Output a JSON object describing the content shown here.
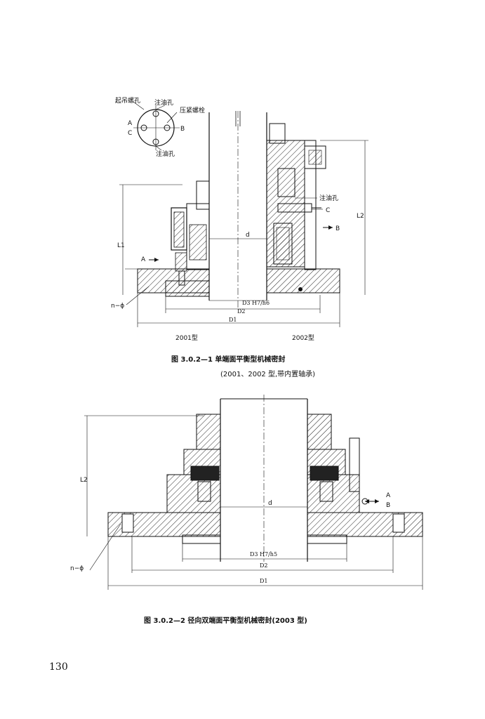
{
  "figure1": {
    "labels": {
      "lifting_hole": "起吊螺孔",
      "oil_hole_top": "注油孔",
      "press_bolt": "压紧螺栓",
      "oil_hole_bottom": "注油孔",
      "oil_hole_right": "注油孔",
      "A": "A",
      "B": "B",
      "C": "C",
      "arrow_A": "A",
      "arrow_B": "B",
      "arrow_C": "C",
      "d": "d",
      "L1": "L1",
      "L2": "L2",
      "D3": "D3 H7/h6",
      "D2": "D2",
      "D1": "D1",
      "n_phi": "n−ϕ",
      "type_left": "2001型",
      "type_right": "2002型"
    },
    "caption": "图 3.0.2—1   单端面平衡型机械密封",
    "subcaption": "(2001、2002 型,带内置轴承)"
  },
  "figure2": {
    "labels": {
      "d": "d",
      "L2": "L2",
      "D3": "D3   H7/h5",
      "D2": "D2",
      "D1": "D1",
      "n_phi": "n−ϕ",
      "A": "A",
      "B": "B"
    },
    "caption": "图 3.0.2—2   径向双端面平衡型机械密封(2003 型)"
  },
  "page_number": "130"
}
